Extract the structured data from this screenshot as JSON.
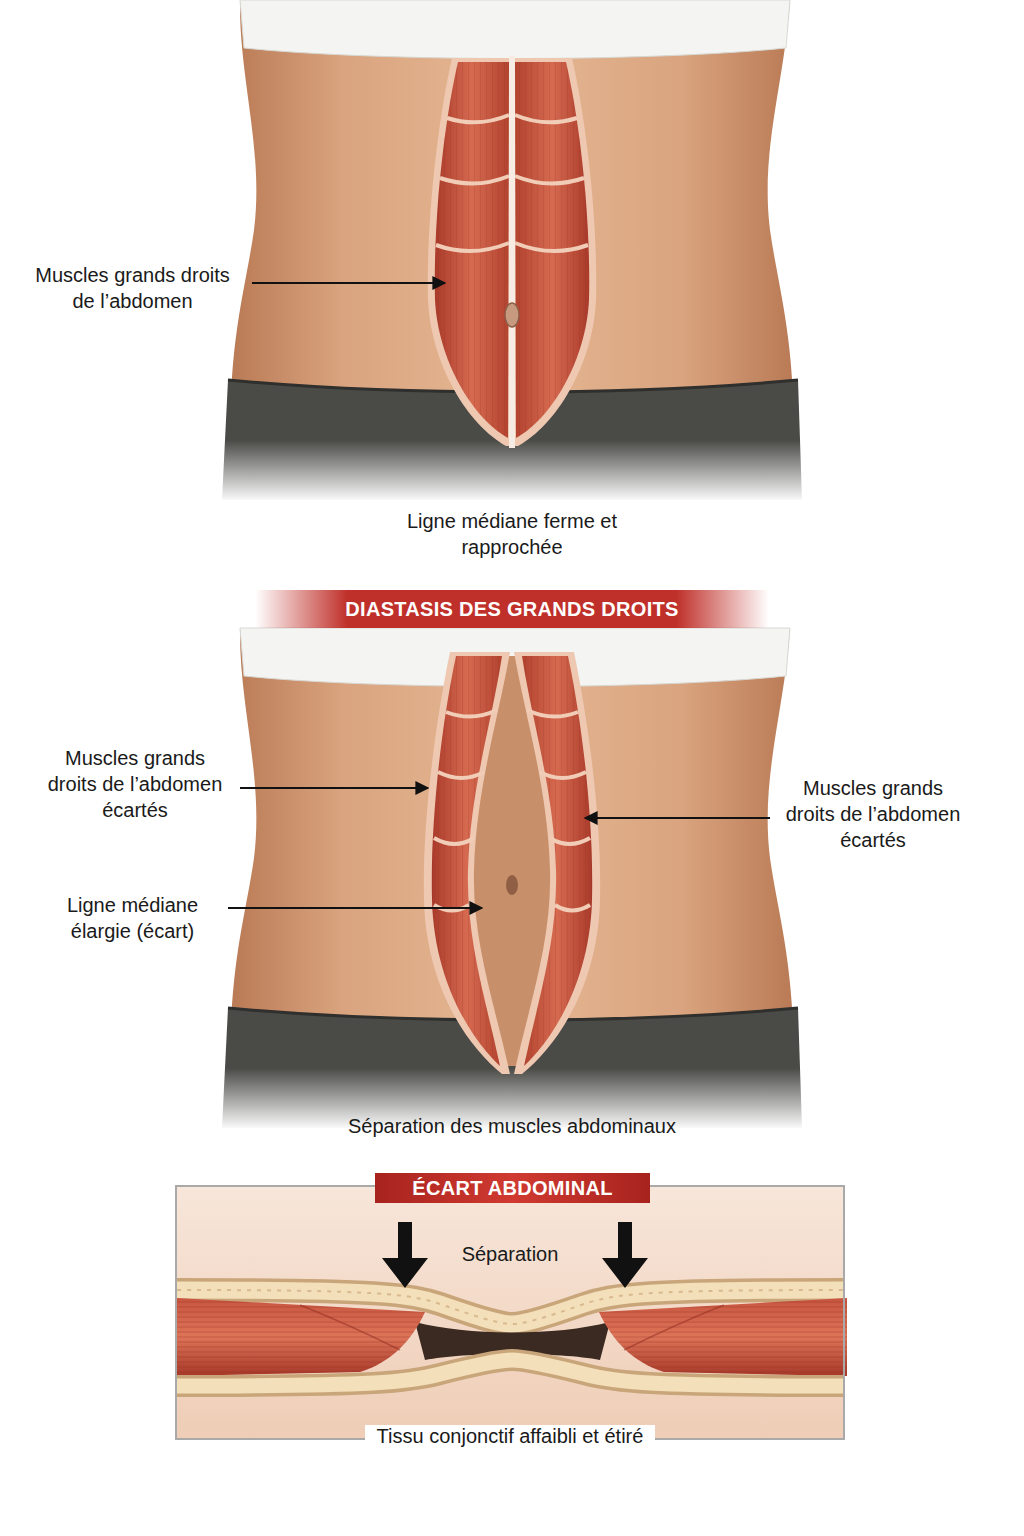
{
  "diagram": {
    "nodes": [
      {
        "text": [
          "DIASTASIS DES GRANDS DROITS"
        ]
      },
      {
        "text": [
          "Séparation",
          "Tissu conjonctif affaibli et étiré"
        ]
      },
      {
        "text": [
          "ÉCART ABDOMINAL"
        ],
        "in": 1
      }
    ],
    "labels": [
      "Muscles grands droits de l’abdomen",
      "Ligne médiane ferme et rapprochée",
      "Muscles grands droits de l’abdomen écartés",
      "Muscles grands droits de l’abdomen écartés",
      "Ligne médiane élargie (écart)",
      "Séparation des muscles abdominaux"
    ]
  }
}
